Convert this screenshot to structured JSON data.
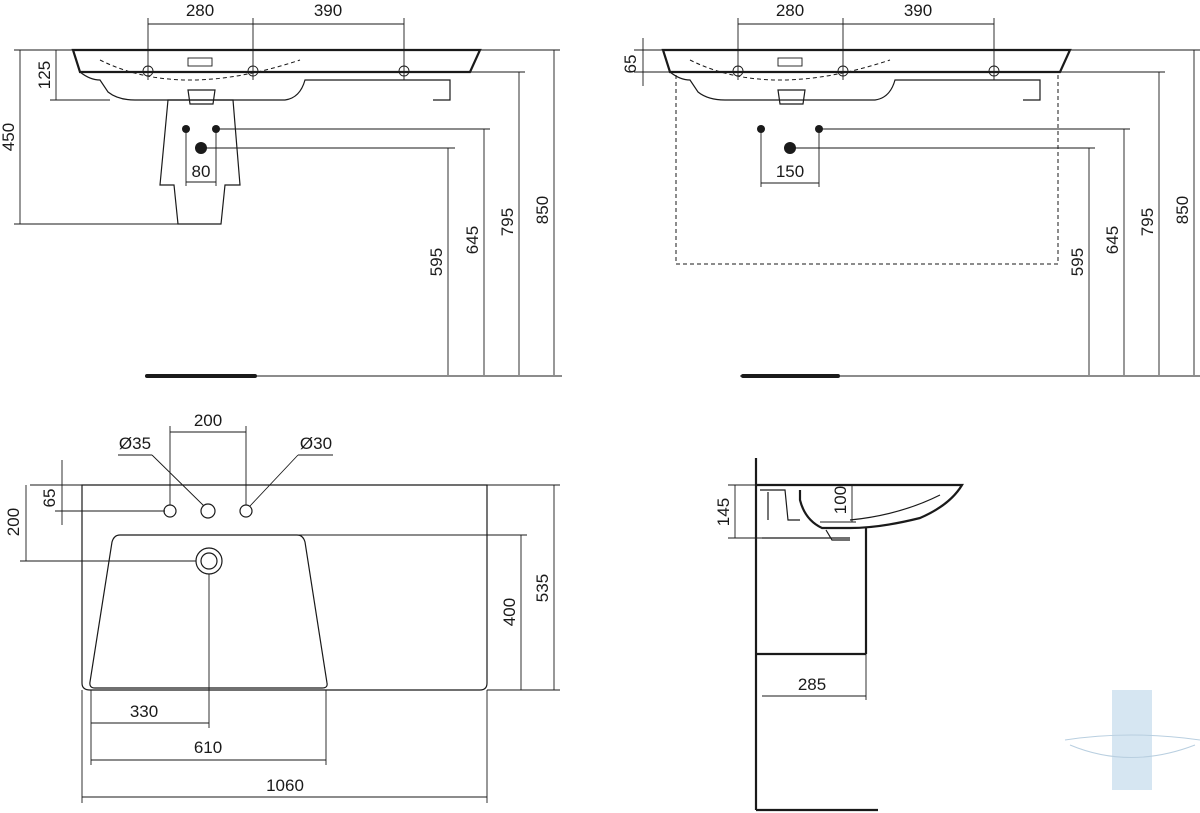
{
  "front_view_left": {
    "tap_spacing_left": "280",
    "tap_spacing_right": "390",
    "rim_depth": "125",
    "pedestal_height": "450",
    "waste_spacing": "80",
    "h_waste": "595",
    "h_supply": "645",
    "h_basin_bottom": "795",
    "h_rim": "850"
  },
  "front_view_right": {
    "tap_spacing_left": "280",
    "tap_spacing_right": "390",
    "rim_depth": "65",
    "supply_spacing": "150",
    "h_waste": "595",
    "h_supply": "645",
    "h_basin_bottom": "795",
    "h_rim": "850"
  },
  "plan_view": {
    "tap_hole_spacing": "200",
    "hole_left_dia": "Ø35",
    "hole_right_dia": "Ø30",
    "hole_offset": "65",
    "waste_offset": "200",
    "bowl_depth": "400",
    "total_depth": "535",
    "waste_from_left": "330",
    "bowl_width": "610",
    "total_width": "1060"
  },
  "side_view": {
    "rim_to_overflow": "145",
    "bowl_inner": "100",
    "projection": "285"
  },
  "colors": {
    "line": "#1a1a1a",
    "watermark": "#d6e6f2"
  }
}
